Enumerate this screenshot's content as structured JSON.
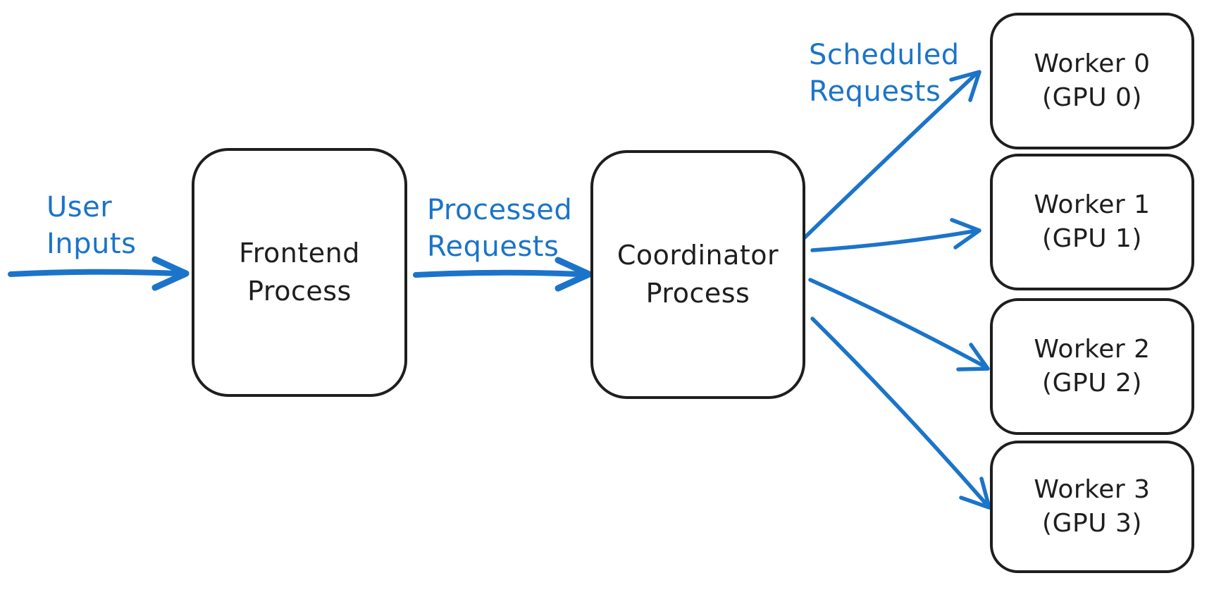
{
  "diagram": {
    "colors": {
      "node_stroke": "#1e1e1e",
      "node_fill": "#ffffff",
      "accent_blue": "#1b74c9",
      "background": "#ffffff"
    },
    "nodes": [
      {
        "id": "frontend-process",
        "line1": "Frontend",
        "line2": "Process"
      },
      {
        "id": "coordinator-process",
        "line1": "Coordinator",
        "line2": "Process"
      },
      {
        "id": "worker-0",
        "line1": "Worker 0",
        "line2": "(GPU 0)"
      },
      {
        "id": "worker-1",
        "line1": "Worker 1",
        "line2": "(GPU 1)"
      },
      {
        "id": "worker-2",
        "line1": "Worker 2",
        "line2": "(GPU 2)"
      },
      {
        "id": "worker-3",
        "line1": "Worker 3",
        "line2": "(GPU 3)"
      }
    ],
    "edge_labels": [
      {
        "id": "user-inputs",
        "line1": "User",
        "line2": "Inputs"
      },
      {
        "id": "processed-requests",
        "line1": "Processed",
        "line2": "Requests"
      },
      {
        "id": "scheduled-requests",
        "line1": "Scheduled",
        "line2": "Requests"
      }
    ],
    "edges": [
      {
        "from": "user",
        "to": "frontend-process",
        "label": "User Inputs"
      },
      {
        "from": "frontend-process",
        "to": "coordinator-process",
        "label": "Processed Requests"
      },
      {
        "from": "coordinator-process",
        "to": "worker-0",
        "label": "Scheduled Requests"
      },
      {
        "from": "coordinator-process",
        "to": "worker-1",
        "label": "Scheduled Requests"
      },
      {
        "from": "coordinator-process",
        "to": "worker-2",
        "label": "Scheduled Requests"
      },
      {
        "from": "coordinator-process",
        "to": "worker-3",
        "label": "Scheduled Requests"
      }
    ]
  }
}
